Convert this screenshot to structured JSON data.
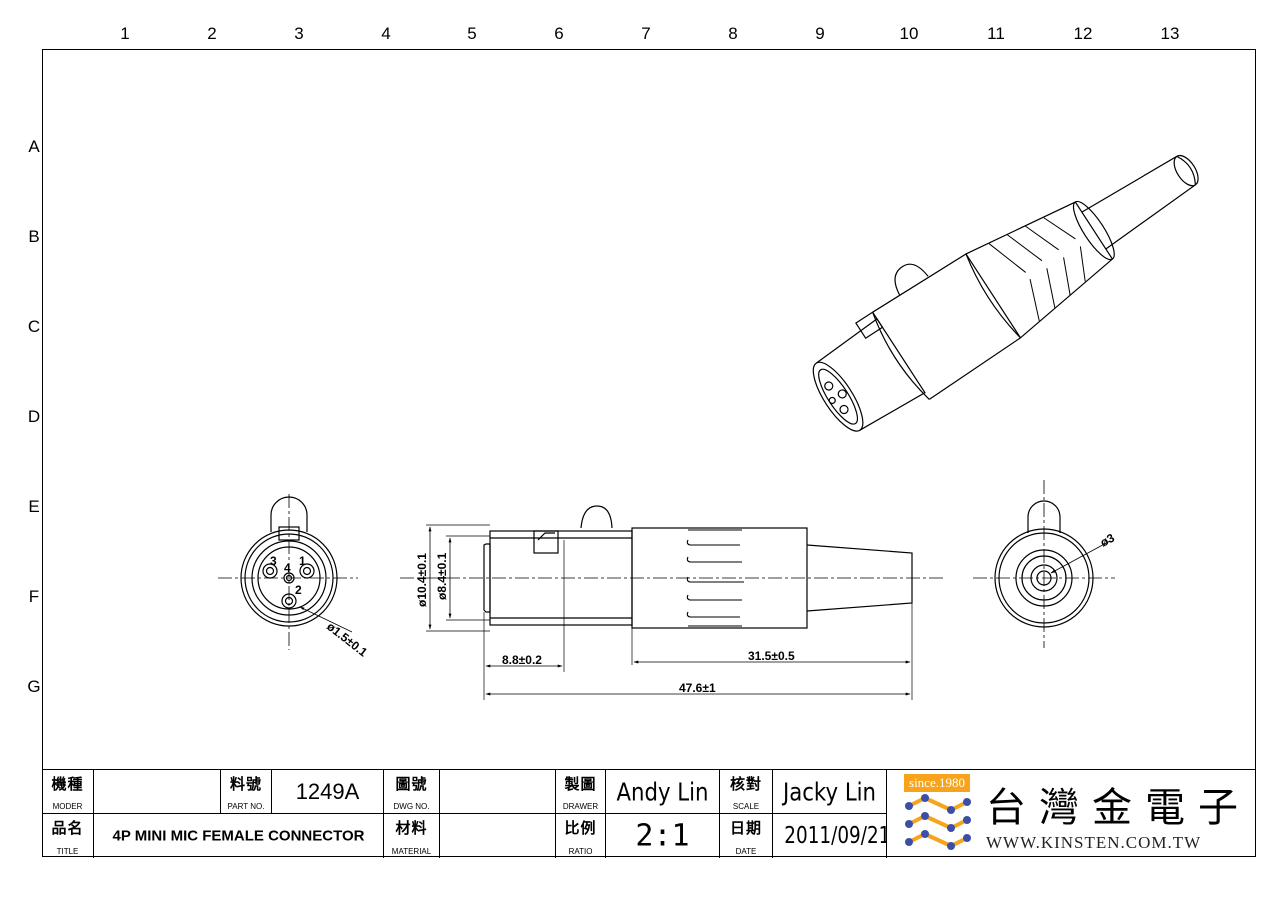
{
  "grid": {
    "columns": [
      "1",
      "2",
      "3",
      "4",
      "5",
      "6",
      "7",
      "8",
      "9",
      "10",
      "11",
      "12",
      "13"
    ],
    "rows": [
      "A",
      "B",
      "C",
      "D",
      "E",
      "F",
      "G"
    ]
  },
  "dimensions": {
    "front_pin_dia": "ø1.5±0.1",
    "outer_dia": "ø10.4±0.1",
    "inner_dia": "ø8.4±0.1",
    "front_length": "8.8±0.2",
    "boot_length": "31.5±0.5",
    "total_length": "47.6±1",
    "cable_hole_dia": "ø3"
  },
  "pins": {
    "p1": "1",
    "p2": "2",
    "p3": "3",
    "p4": "4"
  },
  "title_block": {
    "model_zh": "機種",
    "model_en": "MODER",
    "model_value": "",
    "part_zh": "料號",
    "part_en": "PART NO.",
    "part_value": "1249A",
    "dwg_zh": "圖號",
    "dwg_en": "DWG NO.",
    "dwg_value": "",
    "drawer_zh": "製圖",
    "drawer_en": "DRAWER",
    "drawer_value": "Andy Lin",
    "scale_zh": "核對",
    "scale_en": "SCALE",
    "scale_value": "Jacky Lin",
    "title_zh": "品名",
    "title_en": "TITLE",
    "title_value": "4P MINI MIC FEMALE CONNECTOR",
    "material_zh": "材料",
    "material_en": "MATERIAL",
    "material_value": "",
    "ratio_zh": "比例",
    "ratio_en": "RATIO",
    "ratio_value": "2:1",
    "date_zh": "日期",
    "date_en": "DATE",
    "date_value": "2011/09/21"
  },
  "logo": {
    "since": "since.1980",
    "company_zh": "台灣金電子",
    "url": "WWW.KINSTEN.COM.TW",
    "accent": "#f7a31c",
    "node_color": "#3b4fa8"
  }
}
